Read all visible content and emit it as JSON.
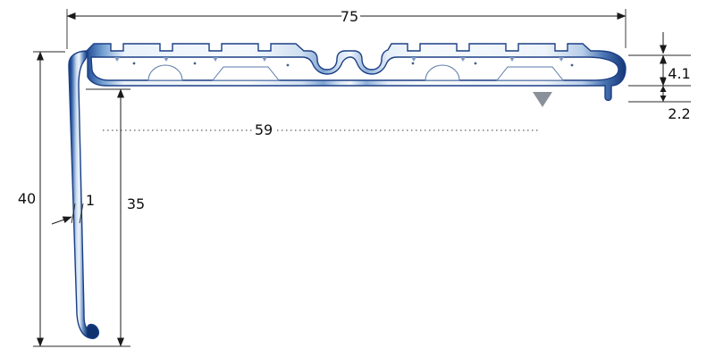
{
  "diagram": {
    "type": "technical-drawing",
    "subject": "stair-nosing-profile-cross-section",
    "dimensions": {
      "overall_width": "75",
      "tread_inner_width": "59",
      "leg_height": "40",
      "inner_height": "35",
      "wall_thickness": "1",
      "edge_thickness": "4.1",
      "lip_drop": "2.2"
    },
    "colors": {
      "profile_dark": "#123577",
      "profile_mid": "#7fa3d2",
      "profile_light": "#f6fafd",
      "dimension_line": "#1a1a1a",
      "marker_gray": "#8b919b",
      "background": "#ffffff"
    }
  }
}
